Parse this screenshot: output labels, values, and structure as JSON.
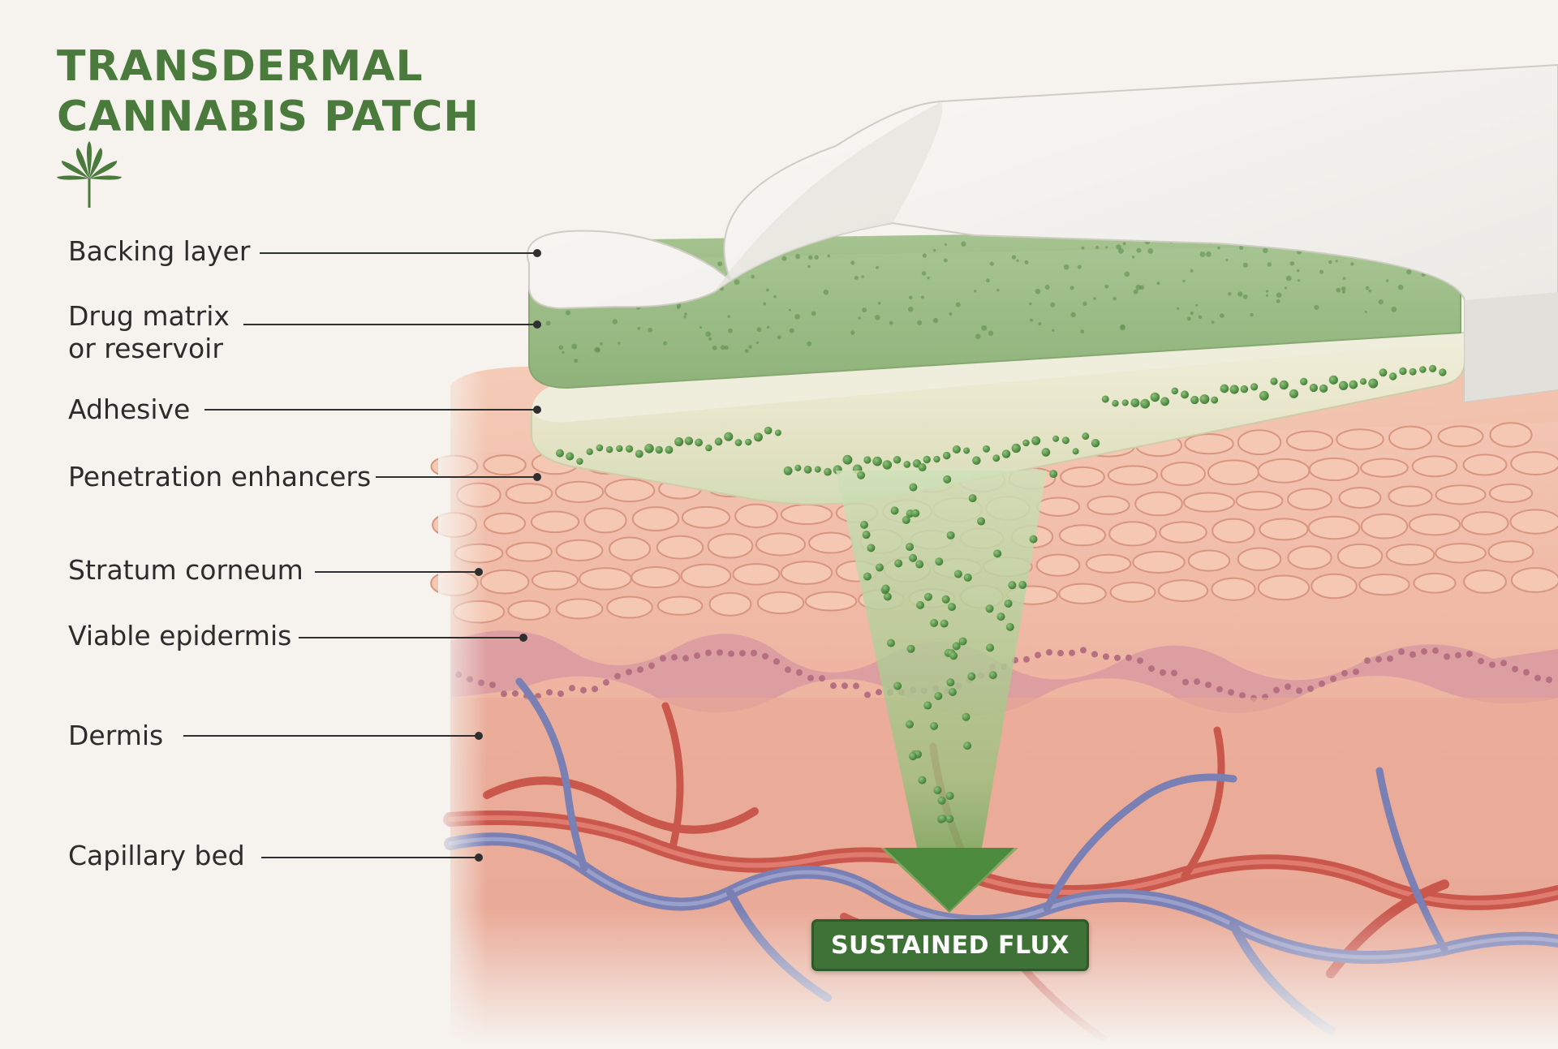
{
  "title": {
    "line1": "TRANSDERMAL",
    "line2": "CANNABIS PATCH",
    "icon": "cannabis-leaf-icon",
    "color": "#4a7a3c"
  },
  "labels": [
    {
      "key": "backing",
      "line1": "Backing layer",
      "line2": ""
    },
    {
      "key": "matrix",
      "line1": "Drug matrix",
      "line2": "or reservoir"
    },
    {
      "key": "adhesive",
      "line1": "Adhesive",
      "line2": ""
    },
    {
      "key": "enhancers",
      "line1": "Penetration enhancers",
      "line2": ""
    },
    {
      "key": "stratum",
      "line1": "Stratum corneum",
      "line2": ""
    },
    {
      "key": "epidermis",
      "line1": "Viable epidermis",
      "line2": ""
    },
    {
      "key": "dermis",
      "line1": "Dermis",
      "line2": ""
    },
    {
      "key": "capillary",
      "line1": "Capillary bed",
      "line2": ""
    }
  ],
  "badge": {
    "text": "SUSTAINED FLUX",
    "color": "#3f7236"
  },
  "colors": {
    "background": "#f6f3ee",
    "backing": "#f3f2ee",
    "matrix": "#9fbf89",
    "adhesive": "#ecead0",
    "skin": "#efb9a3",
    "artery": "#cc5f55",
    "vein": "#7f84b6",
    "particles": "#4c8a3e"
  }
}
